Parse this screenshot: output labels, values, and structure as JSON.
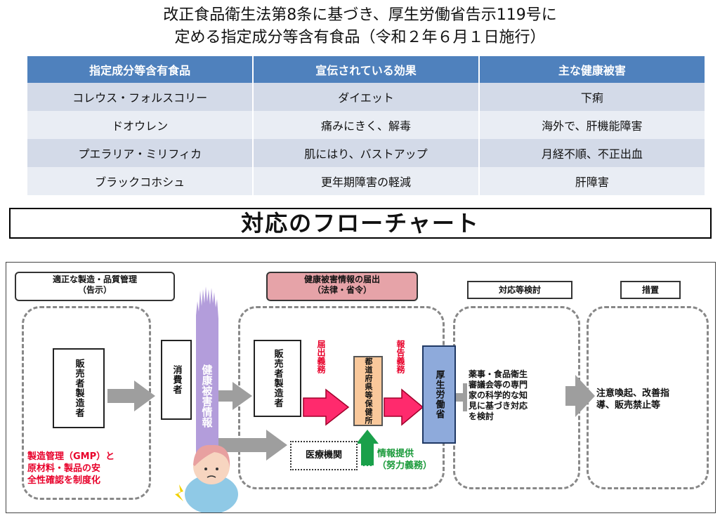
{
  "title": {
    "line1": "改正食品衛生法第8条に基づき、厚生労働省告示119号に",
    "line2": "定める指定成分等含有食品（令和２年６月１日施行）"
  },
  "table": {
    "headers": [
      "指定成分等含有食品",
      "宣伝されている効果",
      "主な健康被害"
    ],
    "rows": [
      [
        "コレウス・フォルスコリー",
        "ダイエット",
        "下痢"
      ],
      [
        "ドオウレン",
        "痛みにきく、解毒",
        "海外で、肝機能障害"
      ],
      [
        "プエラリア・ミリフィカ",
        "肌にはり、バストアップ",
        "月経不順、不正出血"
      ],
      [
        "ブラックコホシュ",
        "更年期障害の軽減",
        "肝障害"
      ]
    ]
  },
  "flowchart": {
    "title": "対応のフローチャート",
    "header_manufacture": "適正な製造・品質管理\n（告示）",
    "header_report": "健康被害情報の届出\n（法律・省令）",
    "header_review": "対応等検討",
    "header_measures": "措置",
    "seller_left": "販売者製造者",
    "consumer": "消費者",
    "health_damage_info": "健康被害情報",
    "seller_right": "販売者製造者",
    "duty_report_1": "届出義務",
    "prefecture": "都道府県等保健所",
    "duty_report_2": "報告義務",
    "mhlw": "厚生労働省",
    "medical": "医療機関",
    "info_provision": "情報提供\n（努力義務）",
    "gmp_note": "製造管理（GMP）と\n原材料・製品の安\n全性確認を制度化",
    "review_text": "薬事・食品衛生\n審議会等の専門\n家の科学的な知\n見に基づき対応\nを検討",
    "measures_text": "注意喚起、改善指\n導、販売禁止等"
  },
  "colors": {
    "table_header": "#4f81bd",
    "row_odd": "#d3dae8",
    "row_even": "#e9edf4",
    "health_bar": "#b39ddb",
    "arrow_red": "#ff2a6d",
    "arrow_green": "#1aa04a",
    "prefecture_box": "#f9c89b",
    "mhlw_box": "#8eaadb",
    "header_report_bg": "#e6a3a8"
  }
}
